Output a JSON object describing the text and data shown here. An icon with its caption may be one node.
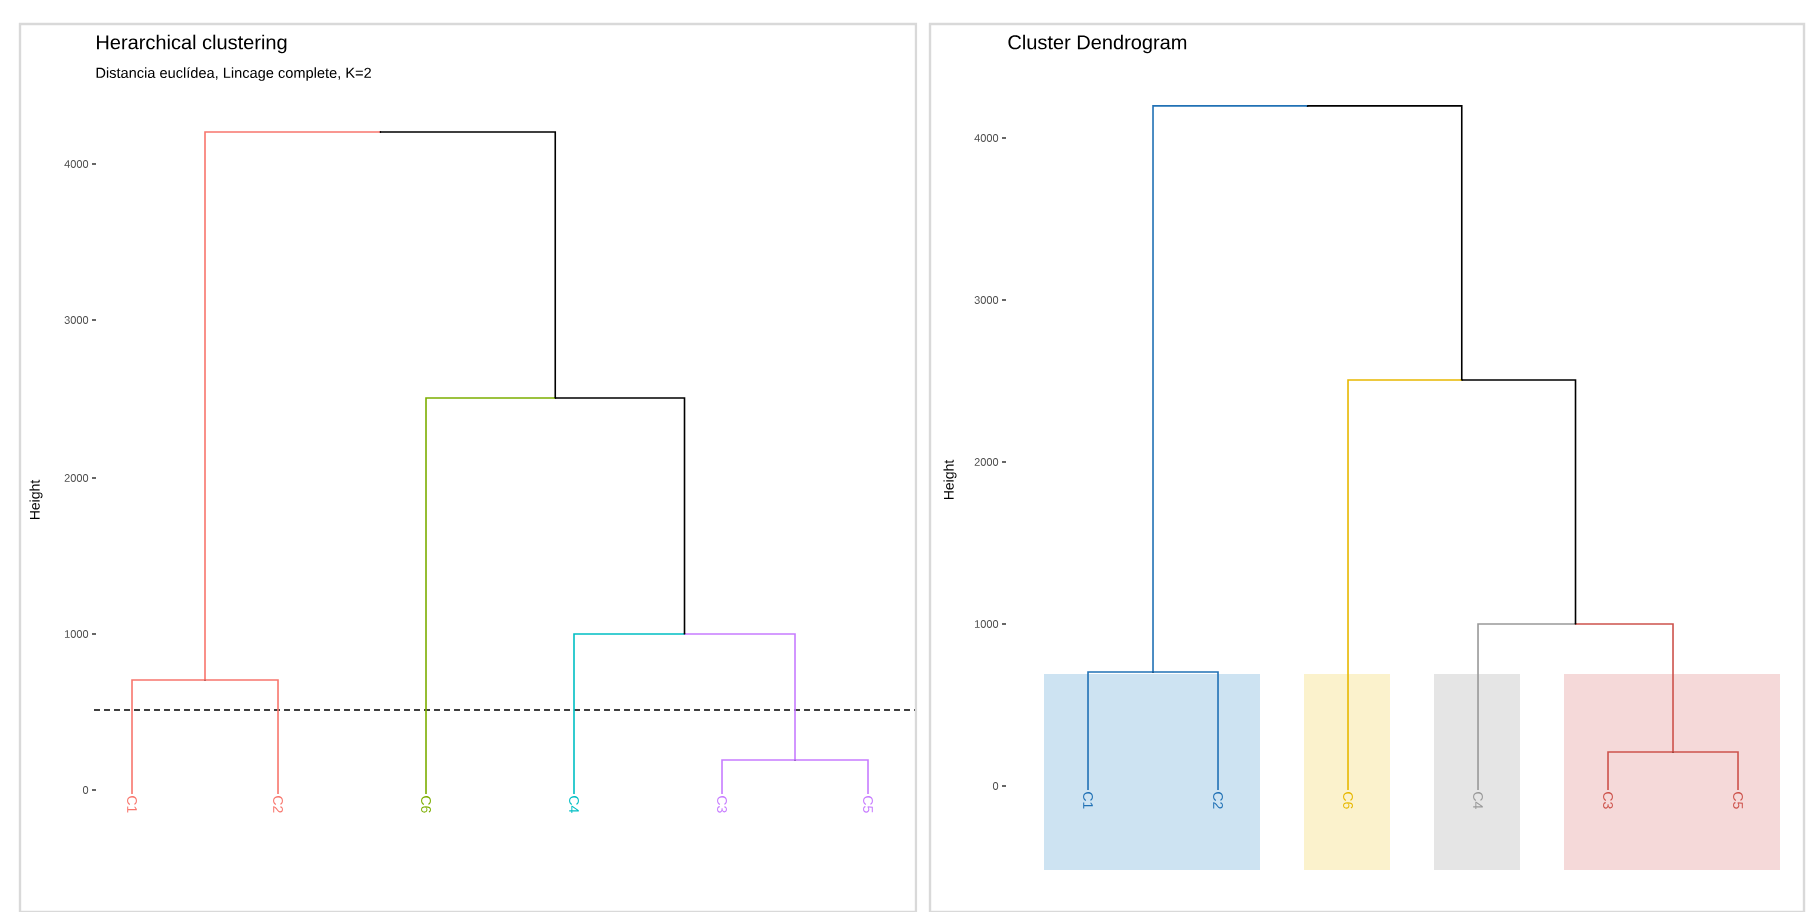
{
  "diagram": {
    "nodes": [
      {
        "text": [
          "Herarchical clustering",
          "Distancia euclídea, Lincage complete, K=2"
        ]
      },
      {
        "text": [
          "Cluster Dendrogram"
        ]
      },
      {
        "text": [
          "C1"
        ],
        "in": 0
      },
      {
        "text": [
          "C2"
        ],
        "in": 0
      },
      {
        "text": [
          "C6"
        ],
        "in": 0
      },
      {
        "text": [
          "C4"
        ],
        "in": 0
      },
      {
        "text": [
          "C3"
        ],
        "in": 0
      },
      {
        "text": [
          "C5"
        ],
        "in": 0
      },
      {
        "text": [],
        "shape": "point",
        "in": 0
      },
      {
        "text": [],
        "shape": "point",
        "in": 0
      },
      {
        "text": [],
        "shape": "point",
        "in": 0
      },
      {
        "text": [],
        "shape": "point",
        "in": 0
      },
      {
        "text": [],
        "shape": "point",
        "in": 0
      },
      {
        "text": [],
        "shape": "box",
        "in": 1
      },
      {
        "text": [],
        "shape": "box",
        "in": 1
      },
      {
        "text": [],
        "shape": "box",
        "in": 1
      },
      {
        "text": [],
        "shape": "box",
        "in": 1
      },
      {
        "text": [
          "C1"
        ],
        "in": 13
      },
      {
        "text": [
          "C2"
        ],
        "in": 13
      },
      {
        "text": [
          "C6"
        ],
        "in": 14
      },
      {
        "text": [
          "C4"
        ],
        "in": 15
      },
      {
        "text": [
          "C3"
        ],
        "in": 16
      },
      {
        "text": [
          "C5"
        ],
        "in": 16
      },
      {
        "text": [],
        "shape": "point",
        "in": 1
      },
      {
        "text": [],
        "shape": "point",
        "in": 16
      },
      {
        "text": [],
        "shape": "point",
        "in": 1
      },
      {
        "text": [],
        "shape": "point",
        "in": 1
      },
      {
        "text": [],
        "shape": "point",
        "in": 1
      }
    ],
    "edges": [
      {
        "from": 8,
        "to": 2,
        "arrow": "none",
        "color": "#f8766d"
      },
      {
        "from": 8,
        "to": 3,
        "arrow": "none",
        "color": "#f8766d"
      },
      {
        "from": 9,
        "to": 6,
        "arrow": "none",
        "color": "#c77cff"
      },
      {
        "from": 9,
        "to": 7,
        "arrow": "none",
        "color": "#c77cff"
      },
      {
        "from": 10,
        "to": 5,
        "arrow": "none",
        "color": "#00bfc4"
      },
      {
        "from": 10,
        "to": 9,
        "arrow": "none",
        "color": "#c77cff"
      },
      {
        "from": 11,
        "to": 4,
        "arrow": "none",
        "color": "#7cae00"
      },
      {
        "from": 11,
        "to": 10,
        "arrow": "none",
        "color": "#000000"
      },
      {
        "from": 12,
        "to": 8,
        "arrow": "none",
        "color": "#f8766d"
      },
      {
        "from": 12,
        "to": 11,
        "arrow": "none",
        "color": "#000000"
      },
      {
        "from": 23,
        "to": 17,
        "arrow": "none",
        "color": "#2171b5"
      },
      {
        "from": 23,
        "to": 18,
        "arrow": "none",
        "color": "#2171b5"
      },
      {
        "from": 24,
        "to": 21,
        "arrow": "none",
        "color": "#cd534c"
      },
      {
        "from": 24,
        "to": 22,
        "arrow": "none",
        "color": "#cd534c"
      },
      {
        "from": 25,
        "to": 20,
        "arrow": "none",
        "color": "#999999"
      },
      {
        "from": 25,
        "to": 24,
        "arrow": "none",
        "color": "#cd534c"
      },
      {
        "from": 26,
        "to": 19,
        "arrow": "none",
        "color": "#e7b800"
      },
      {
        "from": 26,
        "to": 25,
        "arrow": "none",
        "color": "#000000"
      },
      {
        "from": 27,
        "to": 23,
        "arrow": "none",
        "color": "#2171b5"
      },
      {
        "from": 27,
        "to": 26,
        "arrow": "none",
        "color": "#000000"
      }
    ],
    "labels": [
      "4000",
      "3000",
      "2000",
      "1000",
      "0",
      "Height",
      "4000",
      "3000",
      "2000",
      "1000",
      "0",
      "Height"
    ]
  }
}
